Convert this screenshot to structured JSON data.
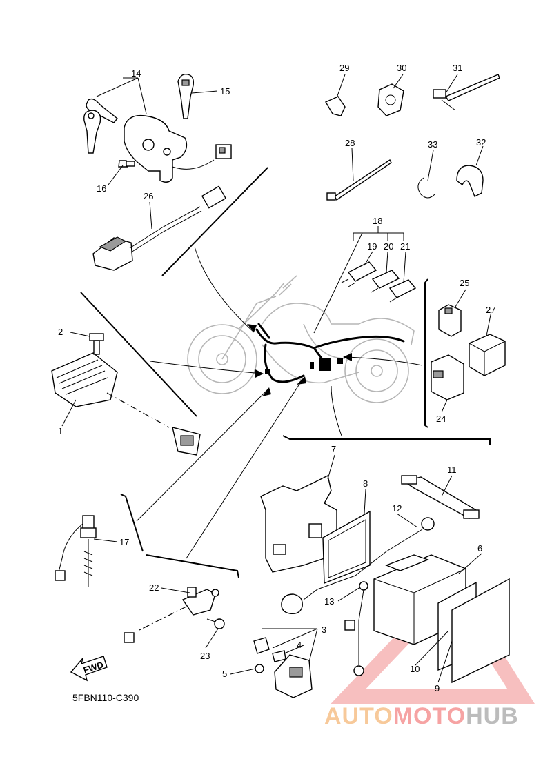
{
  "diagram_code": "5FBN110-C390",
  "fwd_label": "FWD",
  "watermark": {
    "part1": "AUTO",
    "part2": "MOTO",
    "part3": "HUB"
  },
  "callouts": [
    "1",
    "2",
    "3",
    "4",
    "5",
    "6",
    "7",
    "8",
    "9",
    "10",
    "11",
    "12",
    "13",
    "14",
    "15",
    "16",
    "17",
    "18",
    "19",
    "20",
    "21",
    "22",
    "23",
    "24",
    "25",
    "26",
    "27",
    "28",
    "29",
    "30",
    "31",
    "32",
    "33"
  ],
  "colors": {
    "line": "#000000",
    "bike_outline": "#b5b5b5",
    "watermark_triangle": "#f08a8a",
    "watermark_orange": "#f7c99a",
    "watermark_grey": "#bcbcbc"
  }
}
